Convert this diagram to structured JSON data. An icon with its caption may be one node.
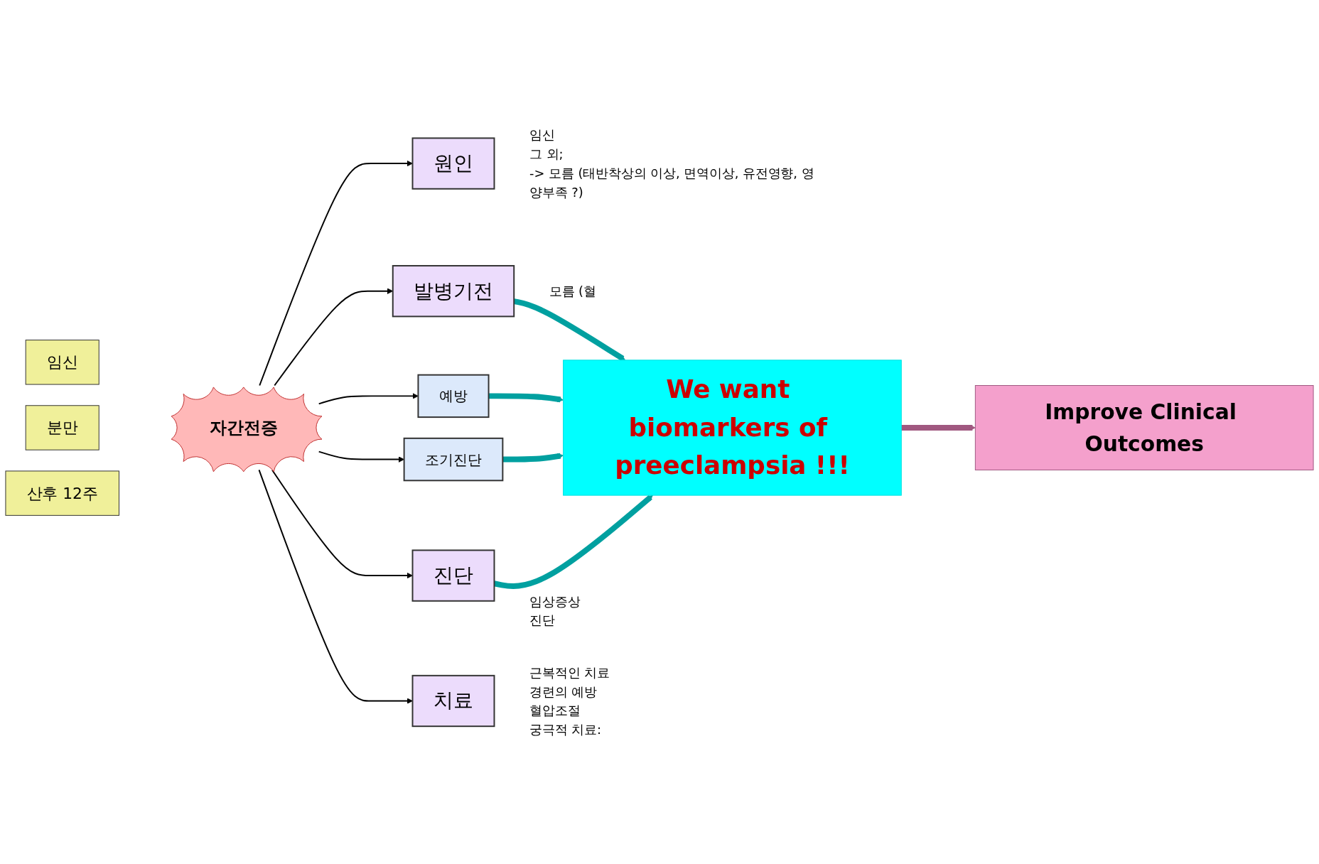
{
  "diagram": {
    "nodes": [
      {
        "text": [
          "임신"
        ]
      },
      {
        "text": [
          "분만"
        ]
      },
      {
        "text": [
          "산후 12주"
        ]
      },
      {
        "text": [
          "자간전증"
        ]
      },
      {
        "text": [
          "원인"
        ],
        "beside": [
          "임신",
          "그 외;",
          "-> 모름 (태반착상의 이상, 면역이상, 유전영향, 영양부족 ?)"
        ]
      },
      {
        "text": [
          "발병기전"
        ],
        "beside": [
          "모름 (혈"
        ]
      },
      {
        "text": [
          "예방"
        ]
      },
      {
        "text": [
          "조기진단"
        ]
      },
      {
        "text": [
          "진단"
        ],
        "beside": [
          "임상증상",
          "진단"
        ]
      },
      {
        "text": [
          "치료"
        ],
        "beside": [
          "근복적인 치료",
          "경련의 예방",
          "혈압조절",
          "궁극적 치료:"
        ]
      },
      {
        "text": [
          "We want biomarkers of preeclampsia !!!"
        ]
      },
      {
        "text": [
          "Improve Clinical Outcomes"
        ]
      }
    ],
    "edges": [
      {
        "from": 3,
        "to": 4,
        "arrow": "to"
      },
      {
        "from": 3,
        "to": 5,
        "arrow": "to"
      },
      {
        "from": 3,
        "to": 6,
        "arrow": "to"
      },
      {
        "from": 3,
        "to": 7,
        "arrow": "to"
      },
      {
        "from": 3,
        "to": 8,
        "arrow": "to"
      },
      {
        "from": 3,
        "to": 9,
        "arrow": "to"
      },
      {
        "from": 5,
        "to": 10,
        "arrow": "to",
        "style": "thick",
        "color": "#00a0a0"
      },
      {
        "from": 6,
        "to": 10,
        "arrow": "to",
        "style": "thick",
        "color": "#00a0a0"
      },
      {
        "from": 7,
        "to": 10,
        "arrow": "to",
        "style": "thick",
        "color": "#00a0a0"
      },
      {
        "from": 8,
        "to": 10,
        "arrow": "to",
        "style": "thick",
        "color": "#00a0a0"
      },
      {
        "from": 10,
        "to": 11,
        "arrow": "to",
        "style": "thick",
        "color": "#a05880"
      }
    ]
  }
}
